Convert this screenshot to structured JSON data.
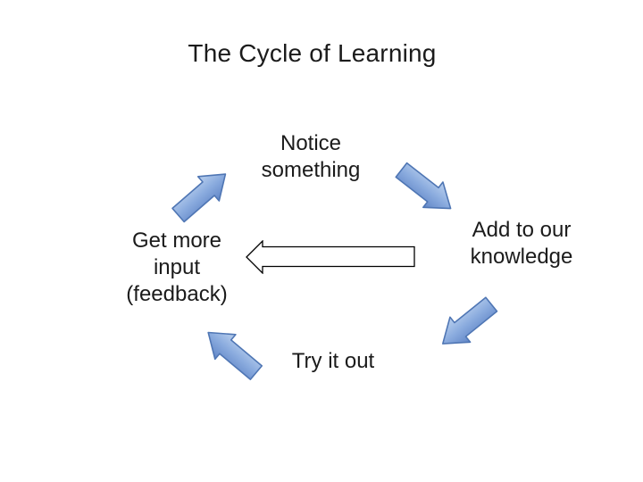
{
  "slide": {
    "title": "The Cycle of Learning"
  },
  "labels": {
    "notice": {
      "line1": "Notice",
      "line2": "something"
    },
    "add": {
      "line1": "Add to our",
      "line2": "knowledge"
    },
    "get": {
      "line1": "Get more",
      "line2": "input",
      "line3": "(feedback)"
    },
    "try": {
      "line1": "Try it out"
    }
  },
  "arrows": {
    "get_to_notice": {
      "direction": "up-right",
      "style": "blue-gradient"
    },
    "notice_to_add": {
      "direction": "down-right",
      "style": "blue-gradient"
    },
    "add_to_try": {
      "direction": "down-left",
      "style": "blue-gradient"
    },
    "try_to_get": {
      "direction": "up-left",
      "style": "blue-gradient"
    },
    "feedback": {
      "direction": "left",
      "style": "white-outline"
    }
  },
  "colors": {
    "background": "#ffffff",
    "text": "#1b1b1b",
    "arrow_fill_light": "#bad0ee",
    "arrow_fill_mid": "#8aabde",
    "arrow_fill_dark": "#6186c7",
    "arrow_border": "#4f76b4",
    "feedback_arrow_fill": "#ffffff",
    "feedback_arrow_border": "#000000"
  }
}
